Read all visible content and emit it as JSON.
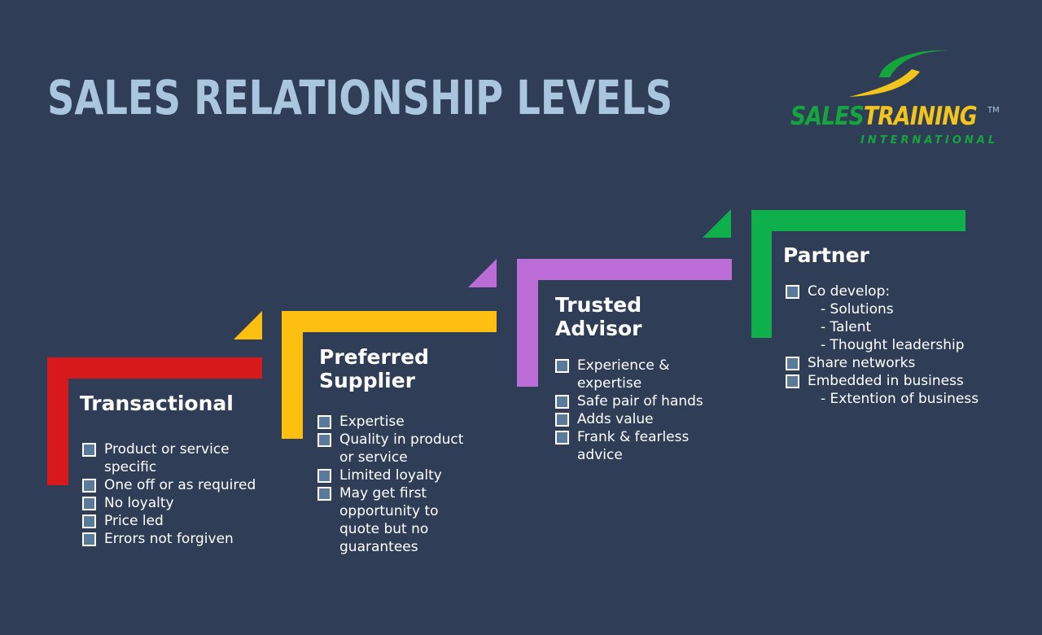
{
  "title": "SALES RELATIONSHIP LEVELS",
  "logo": {
    "sales": "SALES",
    "training": "TRAINING",
    "tm": "TM",
    "sub": "INTERNATIONAL",
    "colors": {
      "green": "#14a63c",
      "yellow": "#f3c41b"
    }
  },
  "colors": {
    "background": "#2f3e56",
    "title": "#a9c6de",
    "transactional": "#d7191c",
    "preferred": "#fdc010",
    "trusted": "#bb6cd7",
    "partner": "#0db04b"
  },
  "stages": [
    {
      "title_lines": [
        "Transactional"
      ],
      "items": [
        {
          "text": "Product or service specific"
        },
        {
          "text": "One off or as required"
        },
        {
          "text": "No loyalty"
        },
        {
          "text": "Price led"
        },
        {
          "text": "Errors not forgiven"
        }
      ]
    },
    {
      "title_lines": [
        "Preferred",
        "Supplier"
      ],
      "items": [
        {
          "text": "Expertise"
        },
        {
          "text": "Quality in product or service"
        },
        {
          "text": "Limited loyalty"
        },
        {
          "text": "May get first opportunity to quote but no guarantees"
        }
      ]
    },
    {
      "title_lines": [
        "Trusted",
        "Advisor"
      ],
      "items": [
        {
          "text": "Experience & expertise"
        },
        {
          "text": "Safe pair of hands"
        },
        {
          "text": "Adds value"
        },
        {
          "text": "Frank & fearless advice"
        }
      ]
    },
    {
      "title_lines": [
        "Partner"
      ],
      "items": [
        {
          "text": "Co develop:",
          "subs": [
            "- Solutions",
            "- Talent",
            "- Thought leadership"
          ]
        },
        {
          "text": "Share networks"
        },
        {
          "text": "Embedded in business",
          "subs": [
            "- Extention of business"
          ]
        }
      ]
    }
  ]
}
